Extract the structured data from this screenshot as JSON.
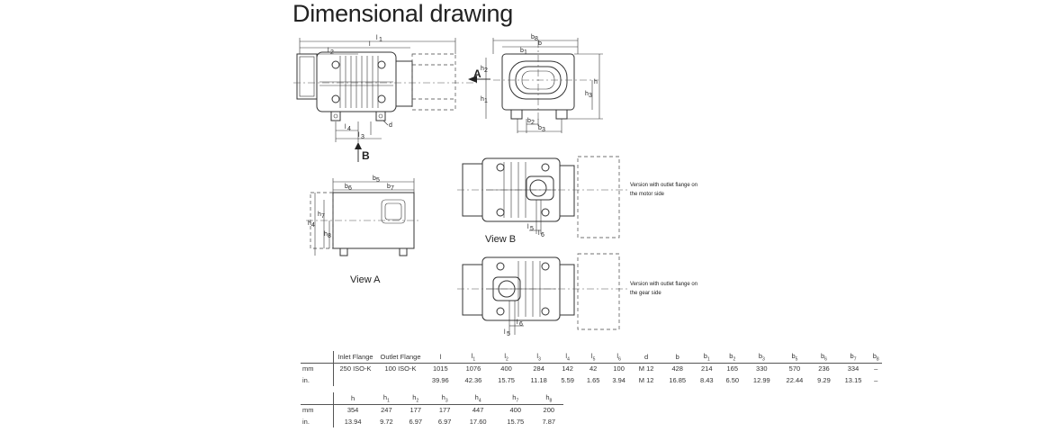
{
  "title": "Dimensional drawing",
  "labels": {
    "view_a": "View A",
    "view_b": "View B",
    "arrow_a": "A",
    "arrow_b": "B",
    "d": "d",
    "note_motor_1": "Version with outlet flange on",
    "note_motor_2": "the motor side",
    "note_gear_1": "Version with outlet flange on",
    "note_gear_2": "the gear side"
  },
  "table1": {
    "headers": [
      "Inlet Flange",
      "Outlet Flange",
      "l",
      "l1",
      "l2",
      "l3",
      "l4",
      "l5",
      "l6",
      "d",
      "b",
      "b1",
      "b2",
      "b3",
      "b5",
      "b6",
      "b7",
      "b8"
    ],
    "rows": [
      {
        "unit": "mm",
        "cells": [
          "250 ISO-K",
          "100 ISO-K",
          "1015",
          "1076",
          "400",
          "284",
          "142",
          "42",
          "100",
          "M 12",
          "428",
          "214",
          "165",
          "330",
          "570",
          "236",
          "334",
          "–"
        ]
      },
      {
        "unit": "in.",
        "cells": [
          "",
          "",
          "39.96",
          "42.36",
          "15.75",
          "11.18",
          "5.59",
          "1.65",
          "3.94",
          "M 12",
          "16.85",
          "8.43",
          "6.50",
          "12.99",
          "22.44",
          "9.29",
          "13.15",
          "–"
        ]
      }
    ]
  },
  "table2": {
    "headers": [
      "h",
      "h1",
      "h2",
      "h3",
      "h4",
      "h7",
      "h8"
    ],
    "rows": [
      {
        "unit": "mm",
        "cells": [
          "354",
          "247",
          "177",
          "177",
          "447",
          "400",
          "200"
        ]
      },
      {
        "unit": "in.",
        "cells": [
          "13.94",
          "9.72",
          "6.97",
          "6.97",
          "17.60",
          "15.75",
          "7.87"
        ]
      }
    ]
  }
}
